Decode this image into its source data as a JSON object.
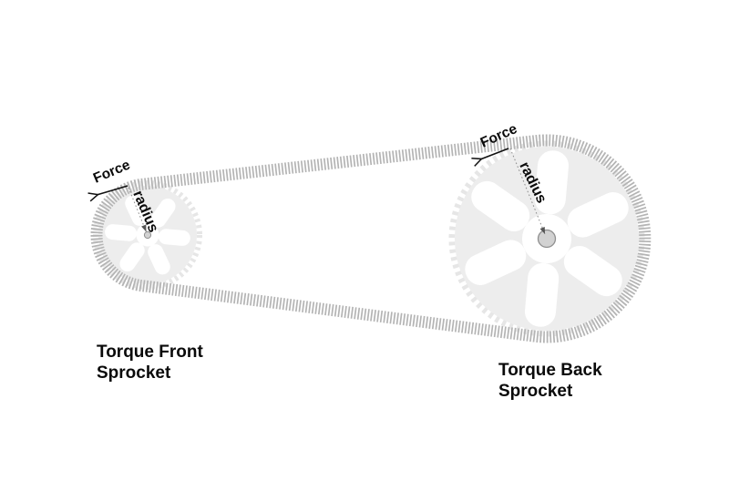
{
  "diagram": {
    "type": "bicycle-chain-drive-free-body-diagram",
    "front_sprocket": {
      "force_label": "Force",
      "radius_label": "radius",
      "torque_line1": "Torque Front",
      "torque_line2": "Sprocket"
    },
    "back_sprocket": {
      "force_label": "Force",
      "radius_label": "radius",
      "torque_line1": "Torque Back",
      "torque_line2": "Sprocket"
    },
    "colors": {
      "background": "#ffffff",
      "chain": "#b4b4b4",
      "sprocket_body": "#ededed",
      "sprocket_teeth": "#e6e6e6",
      "hub_fill": "#d2d2d2",
      "hub_stroke": "#8f8f8f",
      "radius_line": "#8c8c8c",
      "arrow": "#111111",
      "text": "#0a0a0a"
    }
  }
}
